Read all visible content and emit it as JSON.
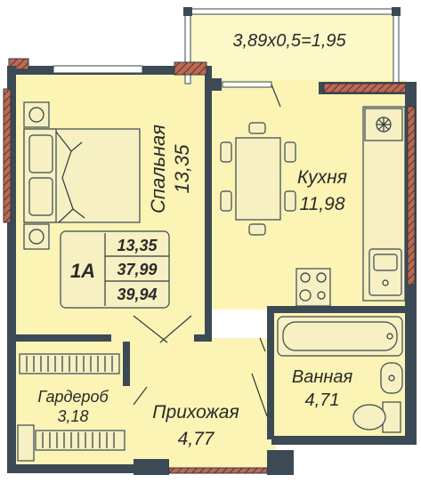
{
  "balcony": {
    "formula": "3,89x0,5=1,95"
  },
  "rooms": {
    "bedroom": {
      "name": "Спальная",
      "area": "13,35"
    },
    "kitchen": {
      "name": "Кухня",
      "area": "11,98"
    },
    "bathroom": {
      "name": "Ванная",
      "area": "4,71"
    },
    "wardrobe": {
      "name": "Гардероб",
      "area": "3,18"
    },
    "hallway": {
      "name": "Прихожая",
      "area": "4,77"
    }
  },
  "apartment": {
    "type": "1А",
    "living_area": "13,35",
    "total_area": "37,99",
    "total_with_balcony": "39,94"
  },
  "colors": {
    "floor": "#fbf4b4",
    "wall": "#3c4a55",
    "hatch": "#9e4a3a"
  }
}
